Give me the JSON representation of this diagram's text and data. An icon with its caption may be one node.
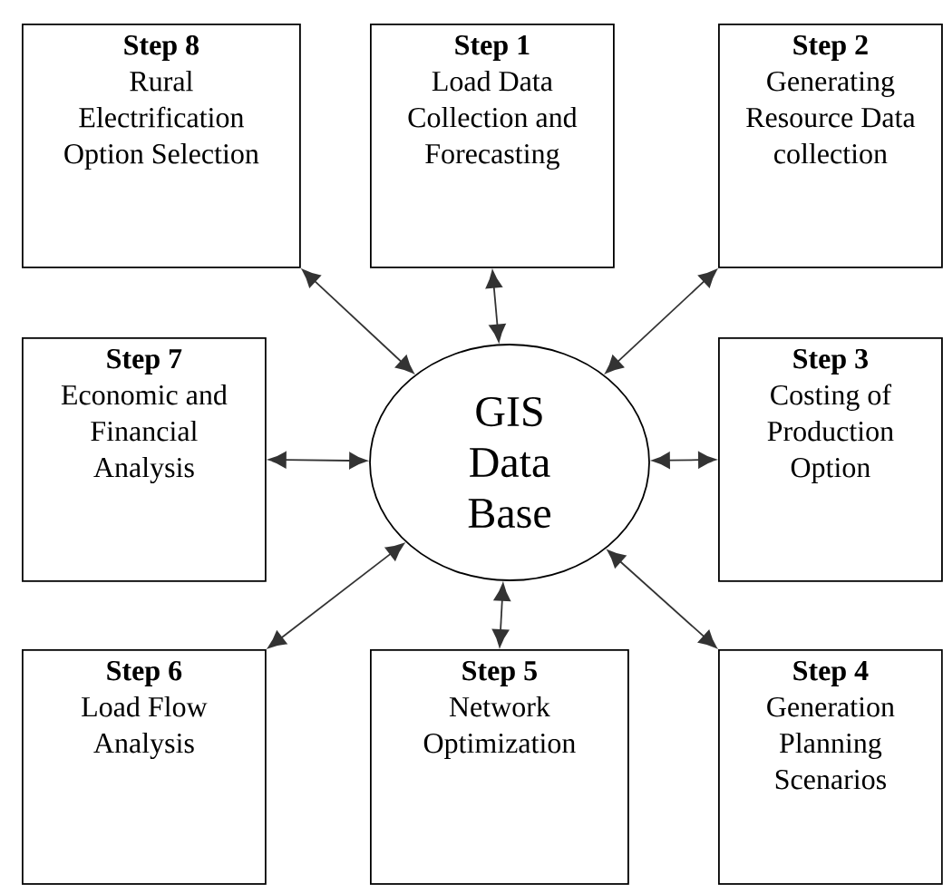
{
  "diagram": {
    "nodes": [
      {
        "text": [
          "Step 8",
          "Rural Electrification Option Selection"
        ]
      },
      {
        "text": [
          "Step 1",
          "Load Data Collection and Forecasting"
        ]
      },
      {
        "text": [
          "Step 2",
          "Generating Resource Data collection"
        ]
      },
      {
        "text": [
          "Step 7",
          "Economic and Financial Analysis"
        ]
      },
      {
        "text": [
          "GIS Data Base"
        ]
      },
      {
        "text": [
          "Step 3",
          "Costing of Production Option"
        ]
      },
      {
        "text": [
          "Step 6",
          "Load Flow Analysis"
        ]
      },
      {
        "text": [
          "Step 5",
          "Network Optimization"
        ]
      },
      {
        "text": [
          "Step 4",
          "Generation Planning Scenarios"
        ]
      }
    ],
    "edges": [
      {
        "from": 4,
        "to": 0,
        "arrow": "both"
      },
      {
        "from": 4,
        "to": 1,
        "arrow": "both"
      },
      {
        "from": 4,
        "to": 2,
        "arrow": "both"
      },
      {
        "from": 4,
        "to": 3,
        "arrow": "both"
      },
      {
        "from": 4,
        "to": 5,
        "arrow": "both"
      },
      {
        "from": 4,
        "to": 6,
        "arrow": "both"
      },
      {
        "from": 4,
        "to": 7,
        "arrow": "both"
      },
      {
        "from": 4,
        "to": 8,
        "arrow": "both"
      }
    ]
  }
}
